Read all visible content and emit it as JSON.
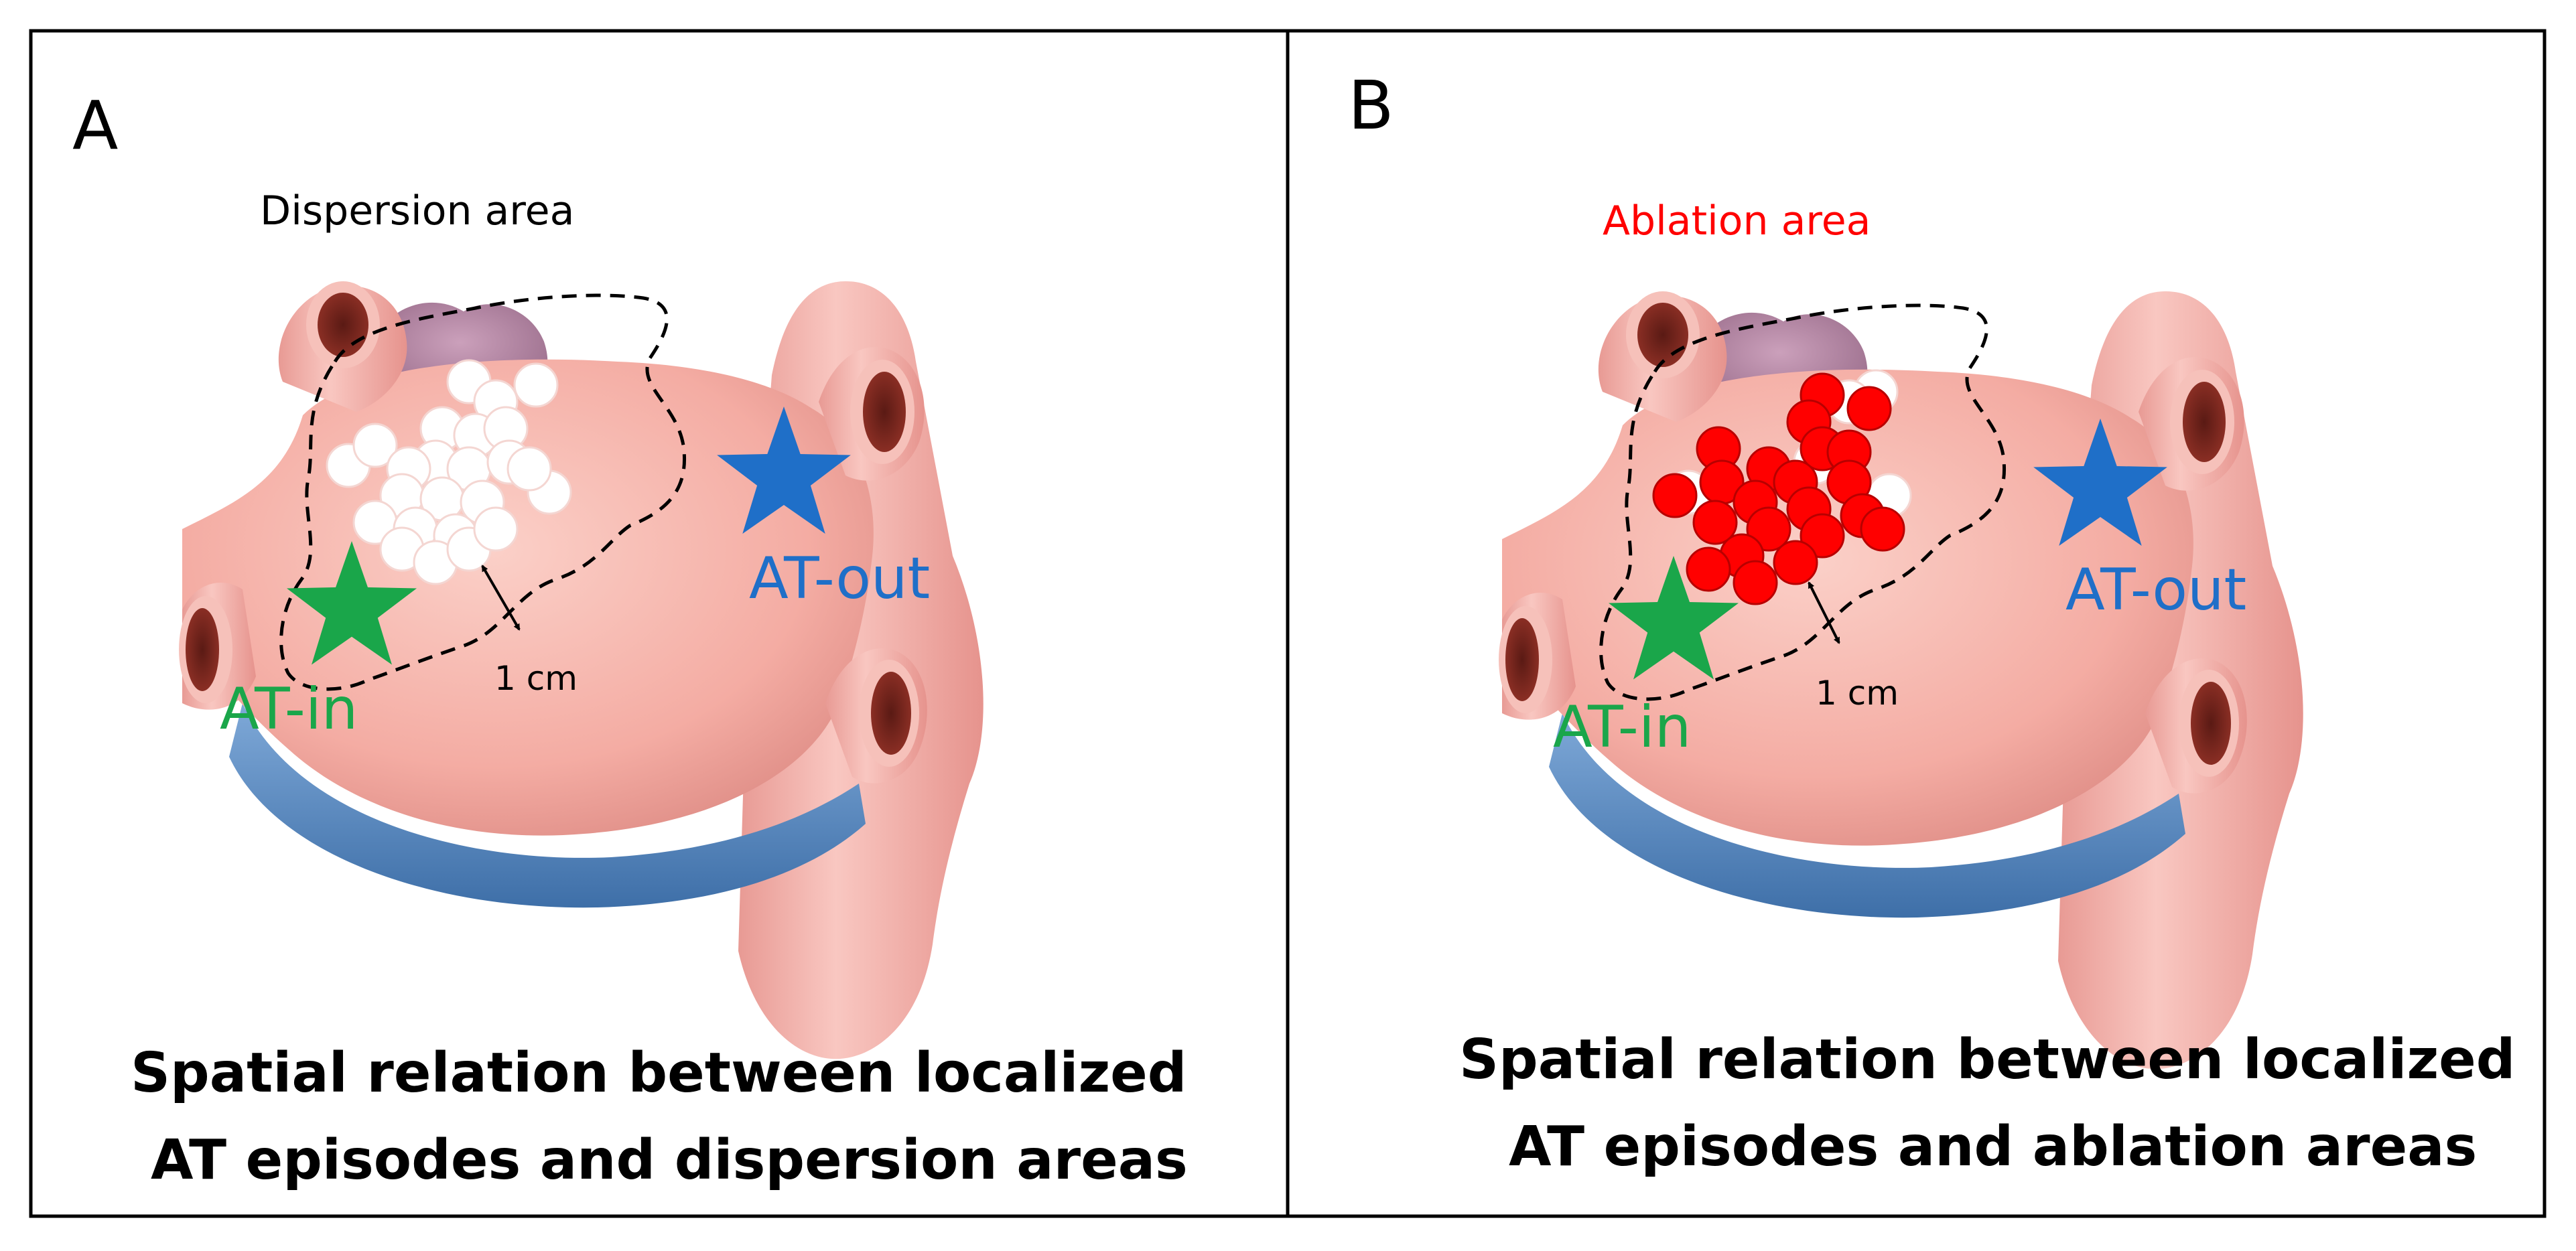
{
  "colors": {
    "at_in_star": "#1aa64a",
    "at_out_star": "#1f6fc8",
    "ablation_label": "#ff0000",
    "ablation_points": "#ff0000",
    "dispersion_points": "#ffffff",
    "atrium_tissue": "#f6b3ab",
    "veins": "#f3aaa6",
    "appendage": "#b98aa7",
    "coronary_sinus": "#5d8fc5"
  },
  "panels": [
    {
      "letter": "A",
      "area_label": "Dispersion area",
      "at_in_label": "AT-in",
      "at_out_label": "AT-out",
      "scale_label": "1 cm",
      "caption_line1": "Spatial relation between localized",
      "caption_line2": "AT episodes and dispersion areas",
      "icons": [
        "heart-atrium-illustration",
        "star-icon"
      ]
    },
    {
      "letter": "B",
      "area_label": "Ablation area",
      "at_in_label": "AT-in",
      "at_out_label": "AT-out",
      "scale_label": "1 cm",
      "caption_line1": "Spatial relation between localized",
      "caption_line2": "AT episodes and ablation areas",
      "icons": [
        "heart-atrium-illustration",
        "star-icon"
      ]
    }
  ]
}
